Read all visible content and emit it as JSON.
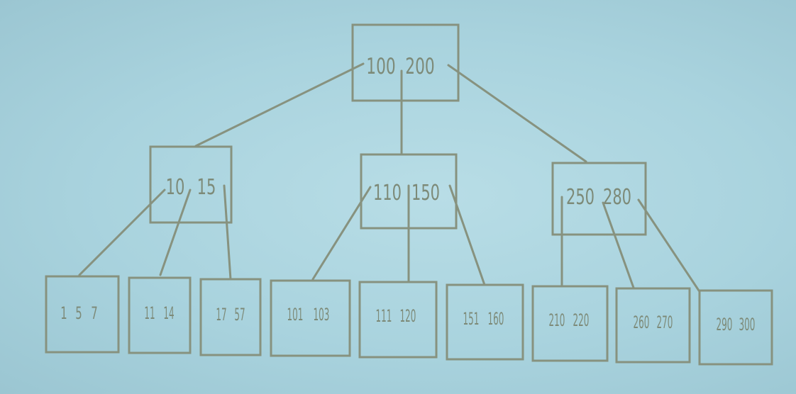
{
  "tree": {
    "root": {
      "keys": [
        "100",
        "200"
      ]
    },
    "internal": [
      {
        "keys": [
          "10",
          "15"
        ]
      },
      {
        "keys": [
          "110",
          "150"
        ]
      },
      {
        "keys": [
          "250",
          "280"
        ]
      }
    ],
    "leaves": [
      {
        "keys": [
          "1",
          "5",
          "7"
        ]
      },
      {
        "keys": [
          "11",
          "14"
        ]
      },
      {
        "keys": [
          "17",
          "57"
        ]
      },
      {
        "keys": [
          "101",
          "103"
        ]
      },
      {
        "keys": [
          "111",
          "120"
        ]
      },
      {
        "keys": [
          "151",
          "160"
        ]
      },
      {
        "keys": [
          "210",
          "220"
        ]
      },
      {
        "keys": [
          "260",
          "270"
        ]
      },
      {
        "keys": [
          "290",
          "300"
        ]
      }
    ]
  },
  "colors": {
    "line": "#87927f",
    "text": "#7d8a78"
  }
}
